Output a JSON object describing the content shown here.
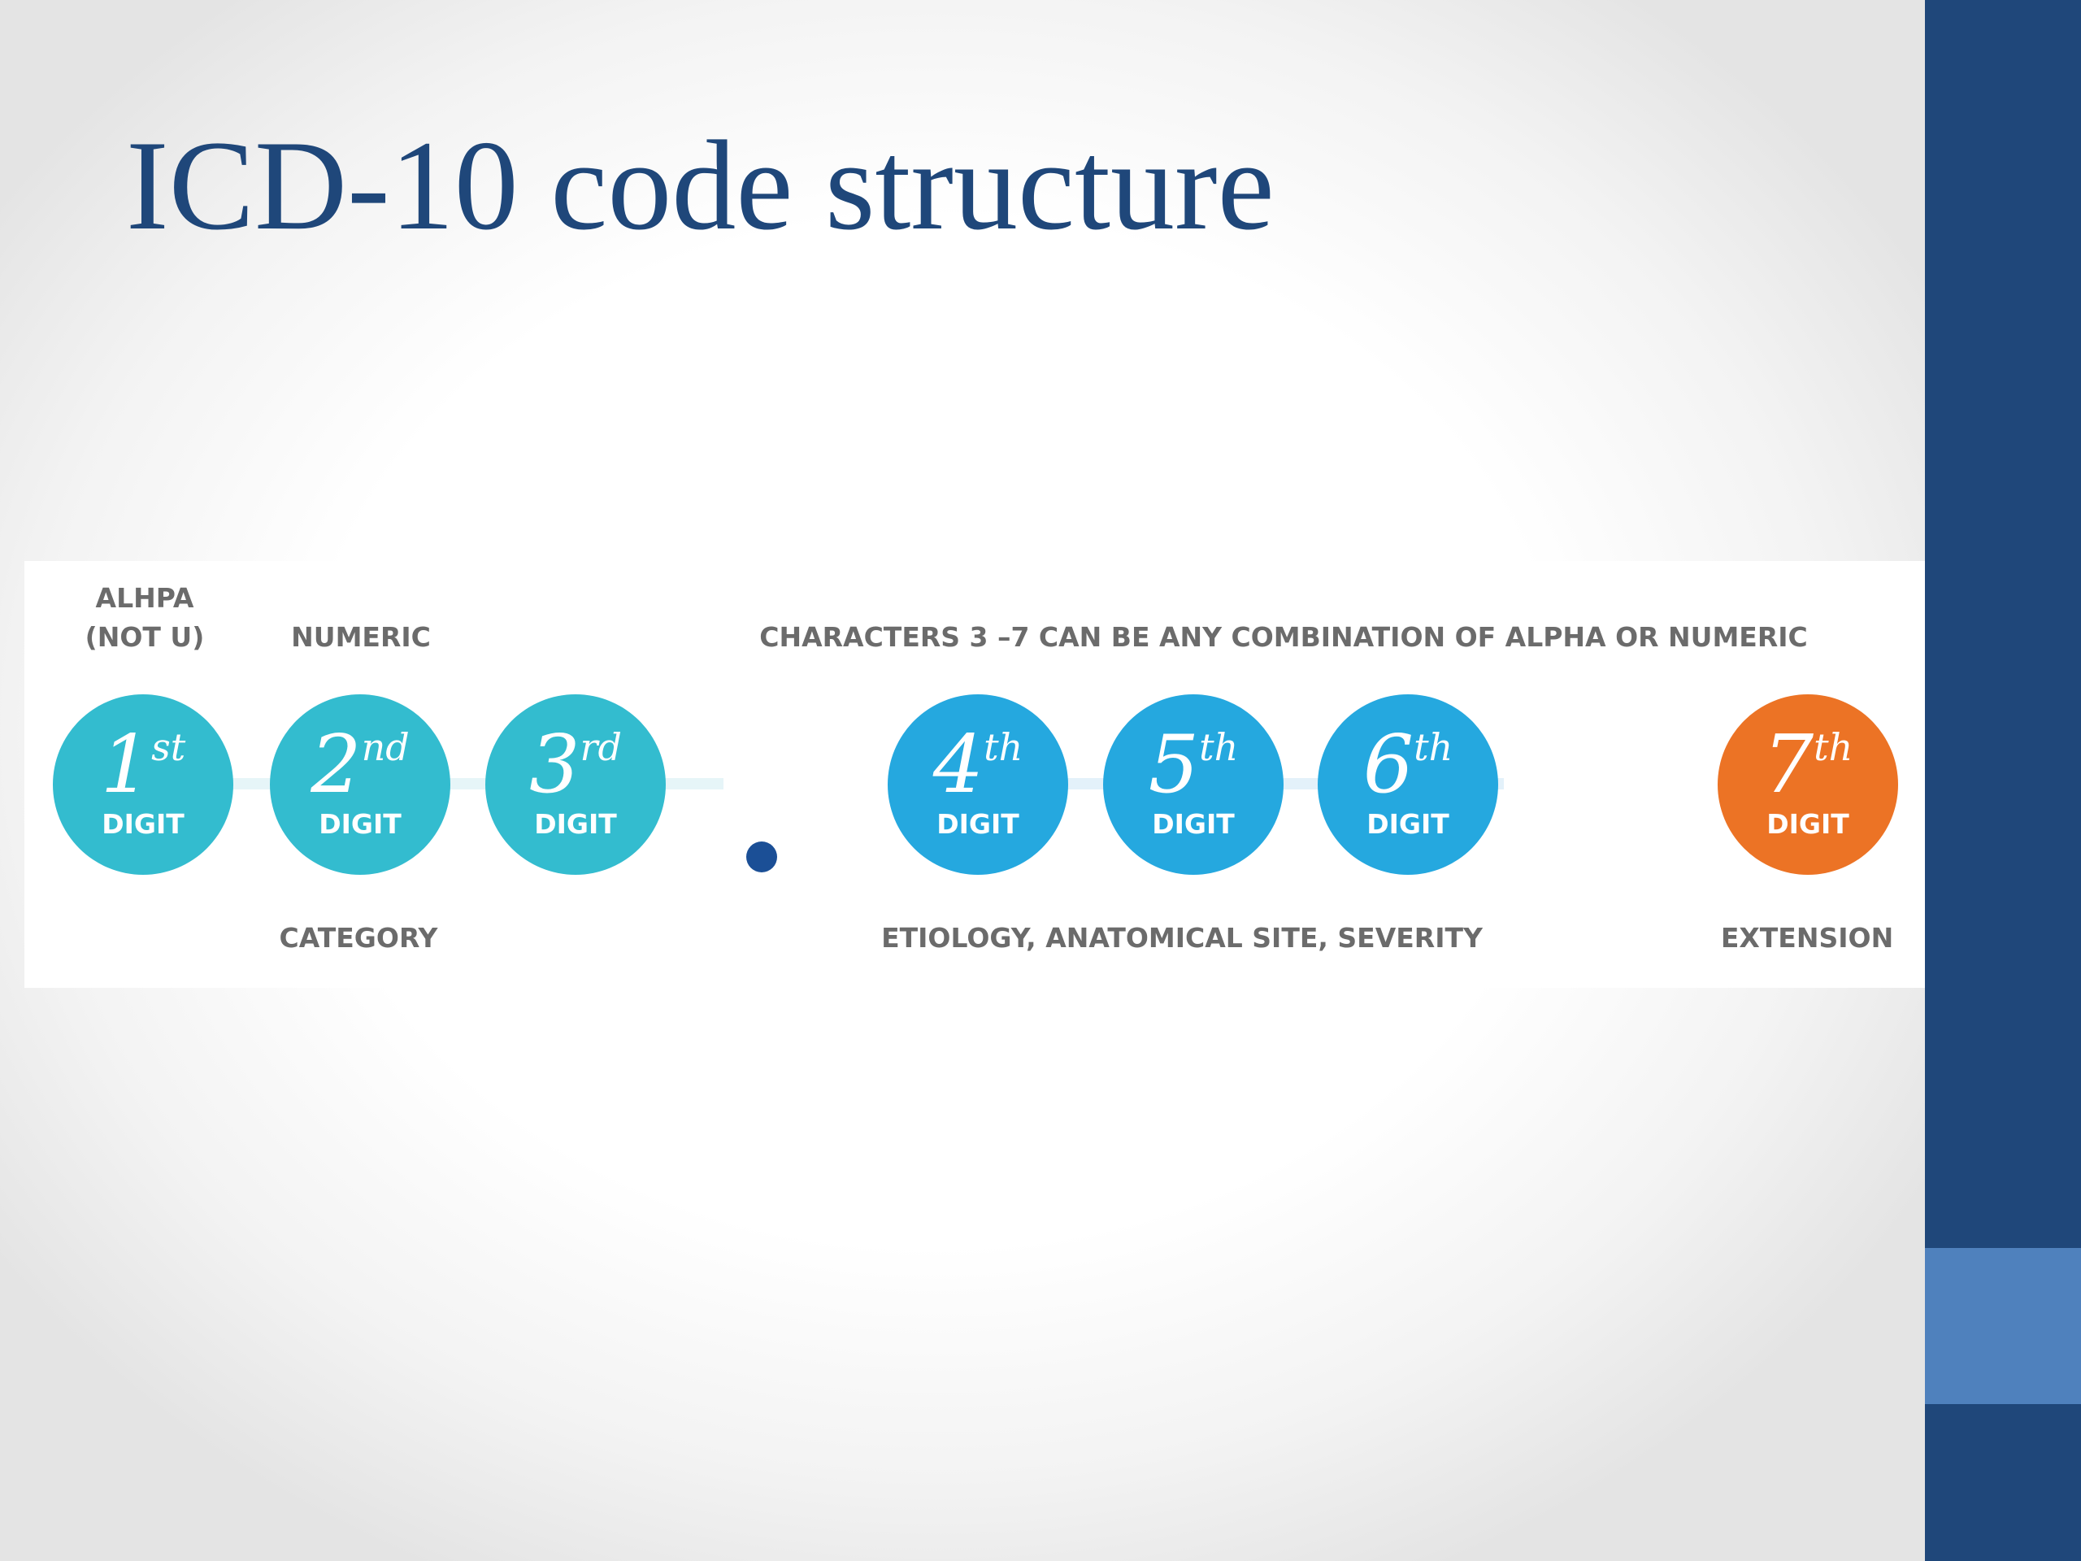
{
  "slide": {
    "title": "ICD-10 code structure"
  },
  "diagram": {
    "top_labels": {
      "first_line1": "ALHPA",
      "first_line2": "(NOT U)",
      "second": "NUMERIC",
      "characters": "CHARACTERS 3 –7 CAN BE ANY COMBINATION OF ALPHA OR NUMERIC"
    },
    "digits": [
      {
        "num": "1",
        "suffix": "st",
        "label": "DIGIT",
        "color": "#33bccf"
      },
      {
        "num": "2",
        "suffix": "nd",
        "label": "DIGIT",
        "color": "#33bccf"
      },
      {
        "num": "3",
        "suffix": "rd",
        "label": "DIGIT",
        "color": "#33bccf"
      },
      {
        "num": "4",
        "suffix": "th",
        "label": "DIGIT",
        "color": "#25a8df"
      },
      {
        "num": "5",
        "suffix": "th",
        "label": "DIGIT",
        "color": "#25a8df"
      },
      {
        "num": "6",
        "suffix": "th",
        "label": "DIGIT",
        "color": "#25a8df"
      },
      {
        "num": "7",
        "suffix": "th",
        "label": "DIGIT",
        "color": "#ec7325"
      }
    ],
    "bottom_labels": {
      "category": "CATEGORY",
      "etiology": "ETIOLOGY, ANATOMICAL SITE, SEVERITY",
      "extension": "EXTENSION"
    }
  },
  "colors": {
    "title": "#1f477a",
    "sidebar": "#1f477a",
    "sidebar_accent": "#4f81bd",
    "separator_dot": "#1b4f96"
  }
}
